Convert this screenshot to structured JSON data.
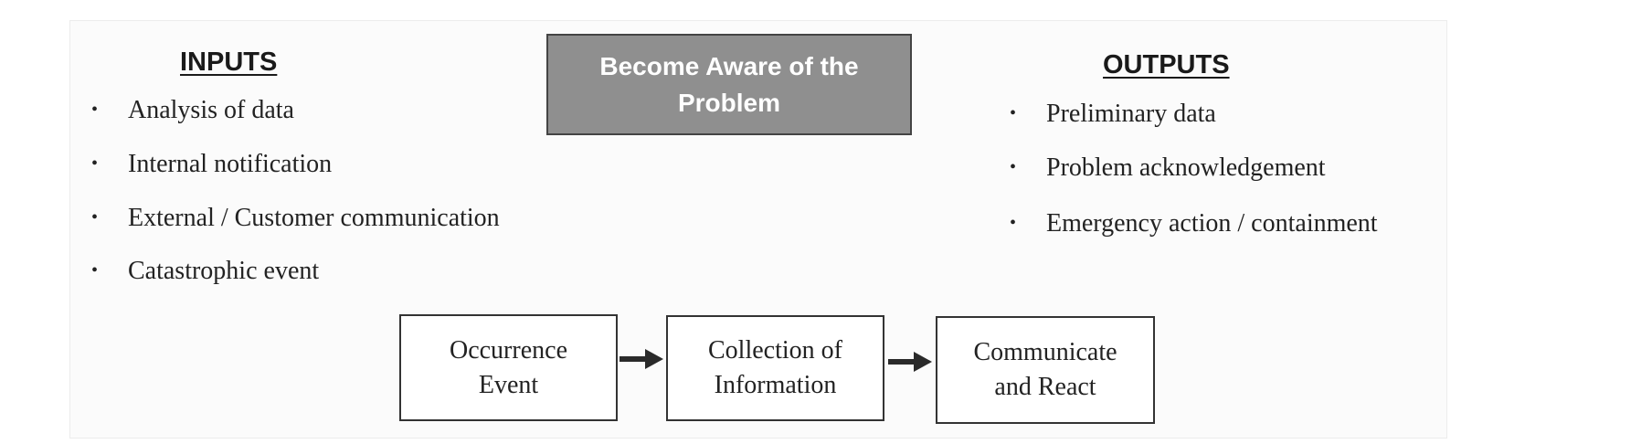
{
  "inputs": {
    "heading": "INPUTS",
    "items": [
      "Analysis of data",
      "Internal notification",
      "External / Customer communication",
      "Catastrophic event"
    ]
  },
  "outputs": {
    "heading": "OUTPUTS",
    "items": [
      "Preliminary data",
      "Problem acknowledgement",
      "Emergency action / containment"
    ]
  },
  "stage": {
    "title": "Become Aware of the Problem"
  },
  "flow": {
    "steps": [
      "Occurrence Event",
      "Collection of Information",
      "Communicate and React"
    ]
  },
  "colors": {
    "stage_fill": "#8f8f8f",
    "stage_text": "#ffffff",
    "box_border": "#333333",
    "arrow": "#2a2a2a"
  },
  "bullet_glyph": "•"
}
